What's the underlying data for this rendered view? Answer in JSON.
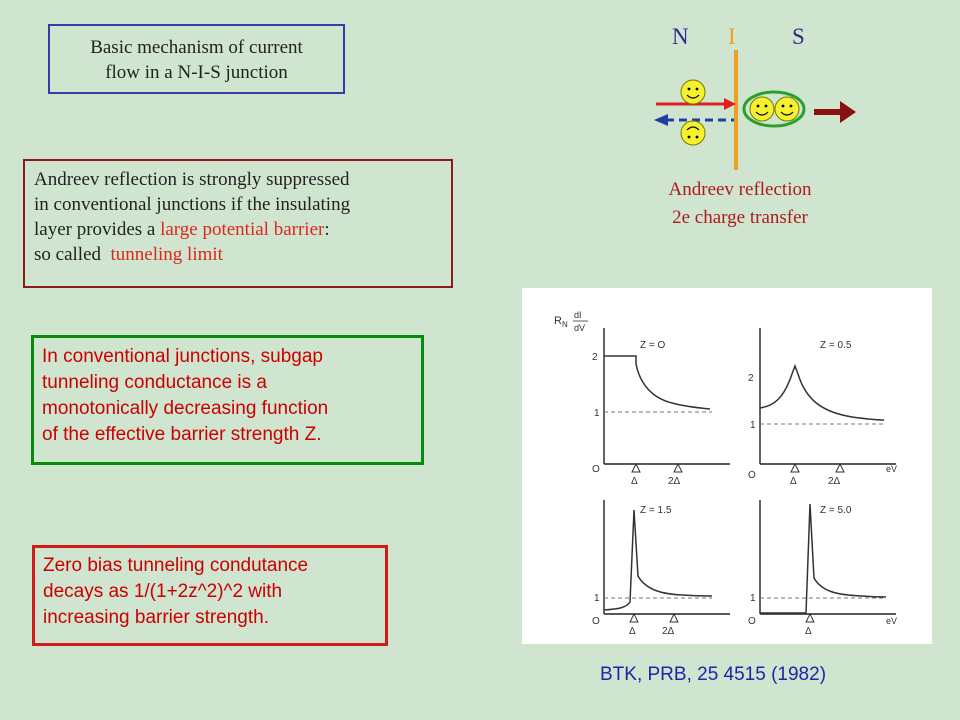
{
  "title_box": {
    "lines": [
      "Basic mechanism of current",
      "flow in a N-I-S junction"
    ]
  },
  "andreev_box": {
    "line1": "Andreev reflection is strongly suppressed",
    "line2": "in conventional junctions if the insulating",
    "line3_prefix": "layer provides a ",
    "line3_highlight": "large potential barrier",
    "line3_suffix": ":",
    "line4_prefix": "so called  ",
    "line4_highlight": "tunneling limit"
  },
  "conventional_box": {
    "lines": [
      "In conventional junctions, subgap",
      "tunneling conductance is a",
      "monotonically decreasing function",
      "of the effective barrier strength Z."
    ]
  },
  "zero_bias_box": {
    "lines": [
      "Zero bias tunneling condutance",
      "decays as 1/(1+2z^2)^2 with",
      "increasing barrier strength."
    ]
  },
  "nis_diagram": {
    "labels": {
      "n": "N",
      "i": "I",
      "s": "S"
    },
    "colors": {
      "barrier": "#f0a020",
      "incoming": "#e02020",
      "reflected": "#2040a0",
      "cooper_arrow": "#8b1010",
      "electron": "#f5f030"
    },
    "caption": [
      "Andreev reflection",
      "2e charge transfer"
    ]
  },
  "plots": {
    "y_axis_label": {
      "prefix": "R",
      "subscript": "N",
      "numerator": "dI",
      "denominator": "dV"
    },
    "x_axis_label": "eV",
    "panels": [
      {
        "z_label": "Z = O",
        "ticks_y": [
          "2",
          "1",
          "O"
        ],
        "ticks_x": [
          "Δ",
          "2Δ"
        ]
      },
      {
        "z_label": "Z = 0.5",
        "ticks_y": [
          "2",
          "1",
          "O"
        ],
        "ticks_x": [
          "Δ",
          "2Δ"
        ]
      },
      {
        "z_label": "Z = 1.5",
        "ticks_y": [
          "1",
          "O"
        ],
        "ticks_x": [
          "Δ",
          "2Δ"
        ]
      },
      {
        "z_label": "Z = 5.0",
        "ticks_y": [
          "1",
          "O"
        ],
        "ticks_x": [
          "Δ"
        ]
      }
    ]
  },
  "citation": "BTK, PRB, 25 4515 (1982)"
}
